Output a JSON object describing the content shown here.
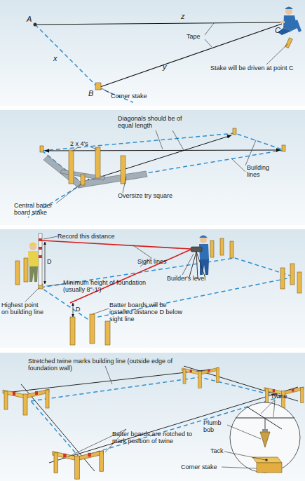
{
  "diagram": {
    "labels": [
      "A",
      "z",
      "C",
      "Tape",
      "Stake will be driven at point C",
      "x",
      "y",
      "B",
      "Corner stake",
      "Diagonals should be of equal length",
      "2 x 4's",
      "Building lines",
      "Central batter board stake",
      "Oversize try square",
      "Record this distance",
      "D",
      "Sight lines",
      "Builder's level",
      "Minimum height of foundation (usually 8\"-1')",
      "D",
      "Highest point on building line",
      "Batter boards will be installed distance D below sight line",
      "Stretched twine marks building line (outside edge of foundation wall)",
      "Twine",
      "Plumb bob",
      "Tack",
      "Corner stake",
      "Batter boards are notched to mark position of twine"
    ]
  }
}
